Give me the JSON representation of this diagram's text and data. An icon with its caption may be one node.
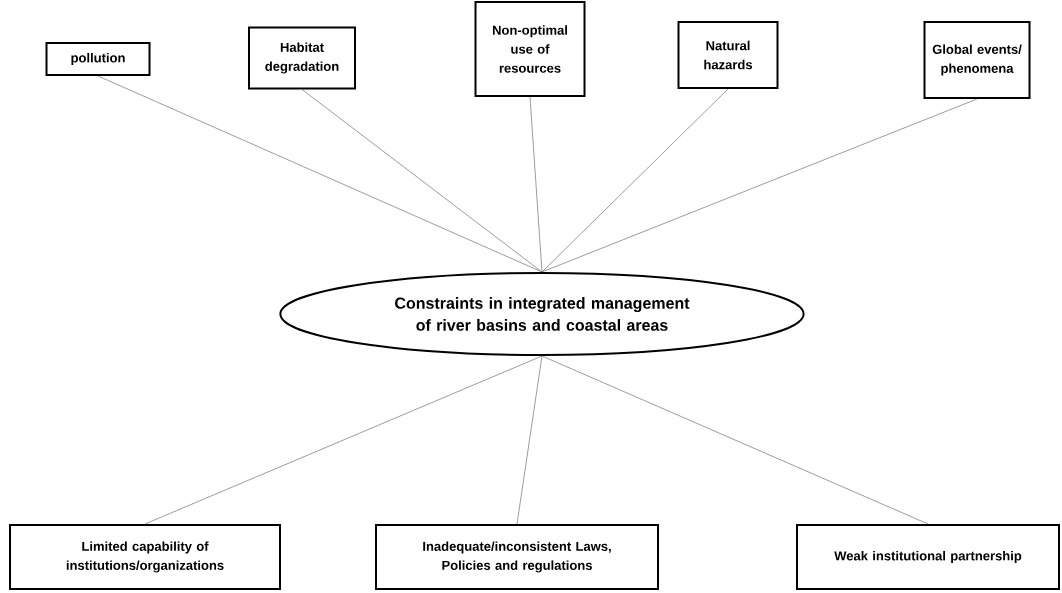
{
  "diagram": {
    "nodes": [
      {
        "text": [
          "pollution"
        ]
      },
      {
        "text": [
          "Habitat degradation"
        ]
      },
      {
        "text": [
          "Non-optimal use of resources"
        ]
      },
      {
        "text": [
          "Natural hazards"
        ]
      },
      {
        "text": [
          "Global events/ phenomena"
        ]
      },
      {
        "text": [
          "Constraints in integrated management of river basins and coastal areas"
        ]
      },
      {
        "text": [
          "Limited capability of institutions/organizations"
        ]
      },
      {
        "text": [
          "Inadequate/inconsistent Laws, Policies and regulations"
        ]
      },
      {
        "text": [
          "Weak institutional partnership"
        ]
      }
    ],
    "edges": [
      {
        "from": 0,
        "to": 5,
        "arrow": "none"
      },
      {
        "from": 1,
        "to": 5,
        "arrow": "none"
      },
      {
        "from": 2,
        "to": 5,
        "arrow": "none"
      },
      {
        "from": 3,
        "to": 5,
        "arrow": "none"
      },
      {
        "from": 4,
        "to": 5,
        "arrow": "none"
      },
      {
        "from": 5,
        "to": 6,
        "arrow": "none"
      },
      {
        "from": 5,
        "to": 7,
        "arrow": "none"
      },
      {
        "from": 5,
        "to": 8,
        "arrow": "none"
      }
    ]
  }
}
